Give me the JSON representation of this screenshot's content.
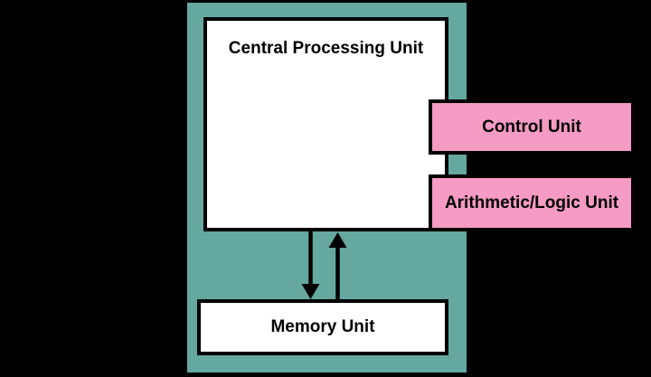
{
  "diagram": {
    "cpu": {
      "title": "Central Processing Unit",
      "components": [
        {
          "label": "Control Unit"
        },
        {
          "label": "Arithmetic/Logic Unit"
        }
      ]
    },
    "memory": {
      "label": "Memory Unit"
    },
    "arrows": [
      {
        "name": "cpu-to-memory",
        "direction": "down"
      },
      {
        "name": "memory-to-cpu",
        "direction": "up"
      }
    ]
  },
  "colors": {
    "background": "#000000",
    "panel": "#64a8a0",
    "box_pink": "#f69bc3",
    "box_white": "#ffffff",
    "line": "#000000",
    "text": "#000000"
  }
}
